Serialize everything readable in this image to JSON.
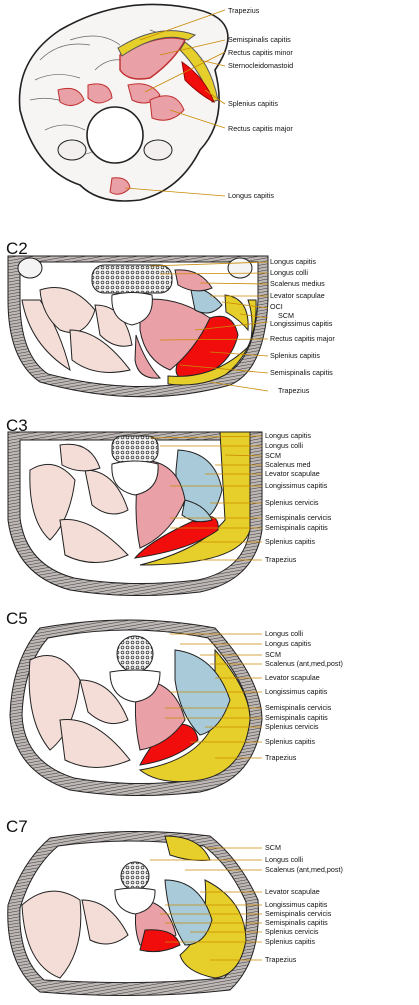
{
  "colors": {
    "muscle_pink": "#e9a0a6",
    "muscle_red": "#f20d0d",
    "muscle_yellow": "#e6cf2a",
    "muscle_blue": "#a9cbd9",
    "muscle_light": "#f3ddd6",
    "outline": "#2a2020",
    "bone": "#ffffff"
  },
  "panels": [
    {
      "title": "",
      "labels": [
        "Trapezius",
        "Semispinalis capitis",
        "Rectus capitis minor",
        "Sternocleidomastoid",
        "Splenius capitis",
        "Rectus capitis major",
        "Longus capitis"
      ]
    },
    {
      "title": "C2",
      "labels": [
        "Longus capitis",
        "Longus colli",
        "Scalenus medius",
        "Levator scapulae",
        "OCI",
        "SCM",
        "Longissimus capitis",
        "Rectus capitis major",
        "Splenius capitis",
        "Semispinalis capitis",
        "Trapezius"
      ]
    },
    {
      "title": "C3",
      "labels": [
        "Longus capitis",
        "Longus colli",
        "SCM",
        "Scalenus med",
        "Levator scapulae",
        "Longissimus capitis",
        "Splenius cervicis",
        "Semispinalis cervicis",
        "Semispinalis capitis",
        "Splenius capitis",
        "Trapezius"
      ]
    },
    {
      "title": "C5",
      "labels": [
        "Longus colli",
        "Longus capitis",
        "SCM",
        "Scalenus (ant,med,post)",
        "Levator scapulae",
        "Longissimus capitis",
        "Semispinalis cervicis",
        "Semispinalis capitis",
        "Splenius cervicis",
        "Splenius capitis",
        "Trapezius"
      ]
    },
    {
      "title": "C7",
      "labels": [
        "SCM",
        "Longus colli",
        "Scalenus (ant,med,post)",
        "Levator  scapulae",
        "Longissimus capitis",
        "Semispinalis cervicis",
        "Semispinalis capitis",
        "Splenius cervicis",
        "Splenius capitis",
        "Trapezius"
      ]
    }
  ]
}
